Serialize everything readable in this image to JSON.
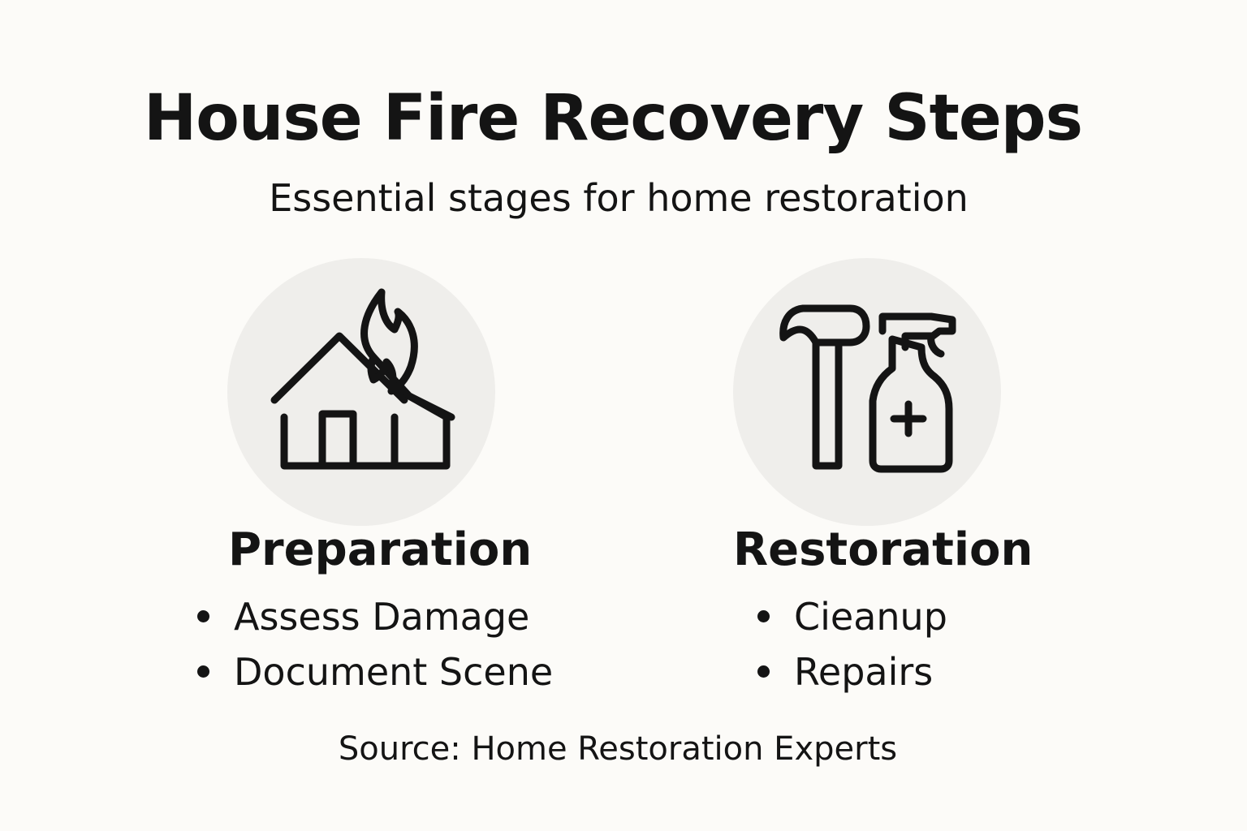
{
  "title": "House Fire Recovery Steps",
  "subtitle": "Essential stages for home restoration",
  "colors": {
    "background": "#fcfbf8",
    "icon_circle": "#efeeeb",
    "text": "#141414"
  },
  "sections": [
    {
      "heading": "Preparation",
      "icon": "house-fire-icon",
      "items": [
        "Assess Damage",
        "Document Scene"
      ]
    },
    {
      "heading": "Restoration",
      "icon": "hammer-and-spray-bottle-icon",
      "items": [
        "Cieanup",
        "Repairs"
      ]
    }
  ],
  "source": "Source: Home Restoration Experts"
}
